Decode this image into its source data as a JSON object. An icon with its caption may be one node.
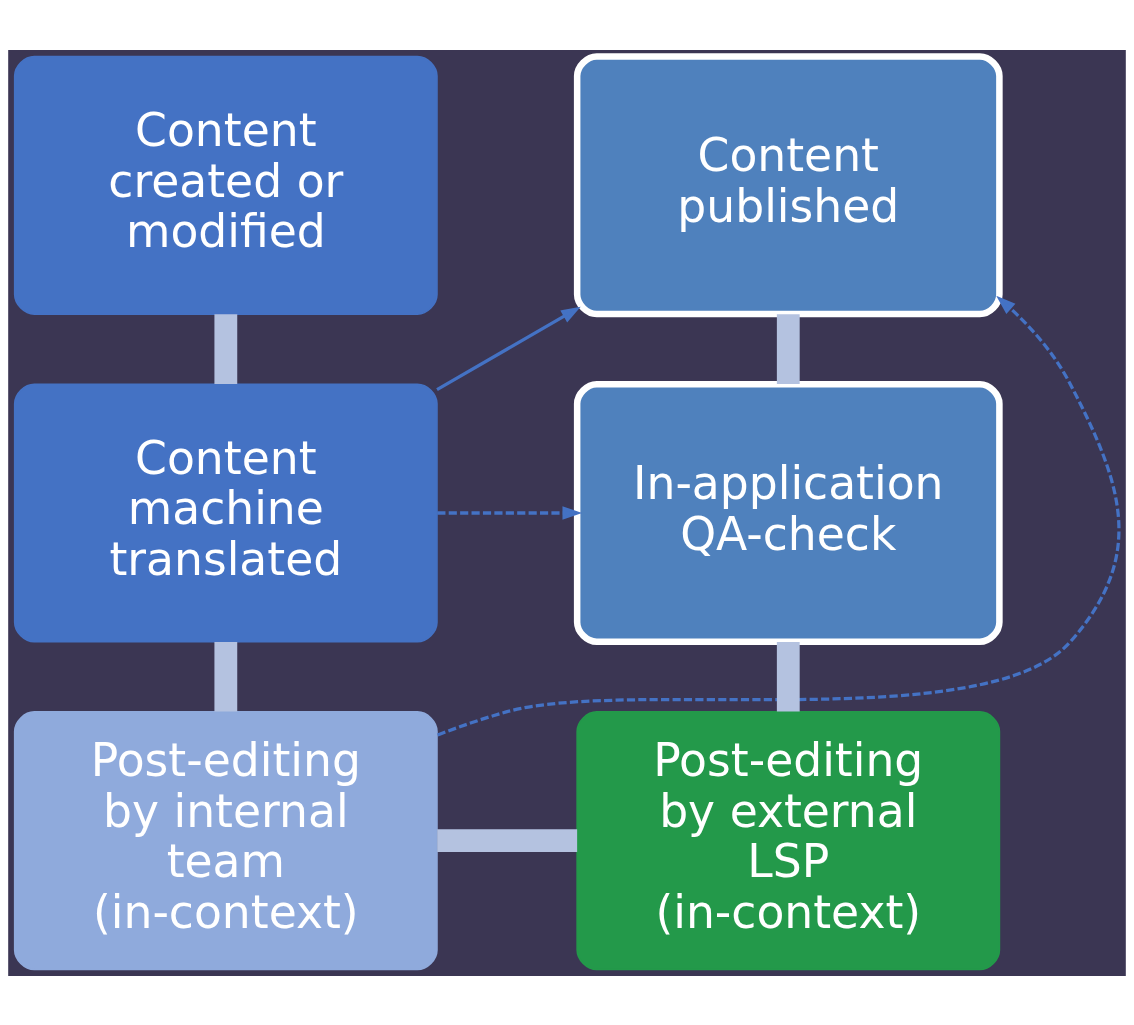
{
  "diagram": {
    "nodes": [
      {
        "text": [
          "Content created or modified"
        ]
      },
      {
        "text": [
          "Content machine translated"
        ]
      },
      {
        "text": [
          "Post-editing by internal team (in-context)"
        ]
      },
      {
        "text": [
          "Content published"
        ]
      },
      {
        "text": [
          "In-application QA-check"
        ]
      },
      {
        "text": [
          "Post-editing by external LSP (in-context)"
        ]
      }
    ],
    "edges": [
      {
        "from": 0,
        "to": 1,
        "arrow": "none"
      },
      {
        "from": 1,
        "to": 2,
        "arrow": "none"
      },
      {
        "from": 3,
        "to": 4,
        "arrow": "none"
      },
      {
        "from": 4,
        "to": 5,
        "arrow": "none"
      },
      {
        "from": 2,
        "to": 5,
        "arrow": "none"
      },
      {
        "from": 1,
        "to": 3,
        "arrow": "to",
        "color": "#4472c4"
      },
      {
        "from": 1,
        "to": 4,
        "arrow": "to",
        "style": "dashed",
        "color": "#4472c4"
      },
      {
        "from": 2,
        "to": 3,
        "arrow": "to",
        "style": "dashed",
        "color": "#4472c4"
      }
    ]
  }
}
